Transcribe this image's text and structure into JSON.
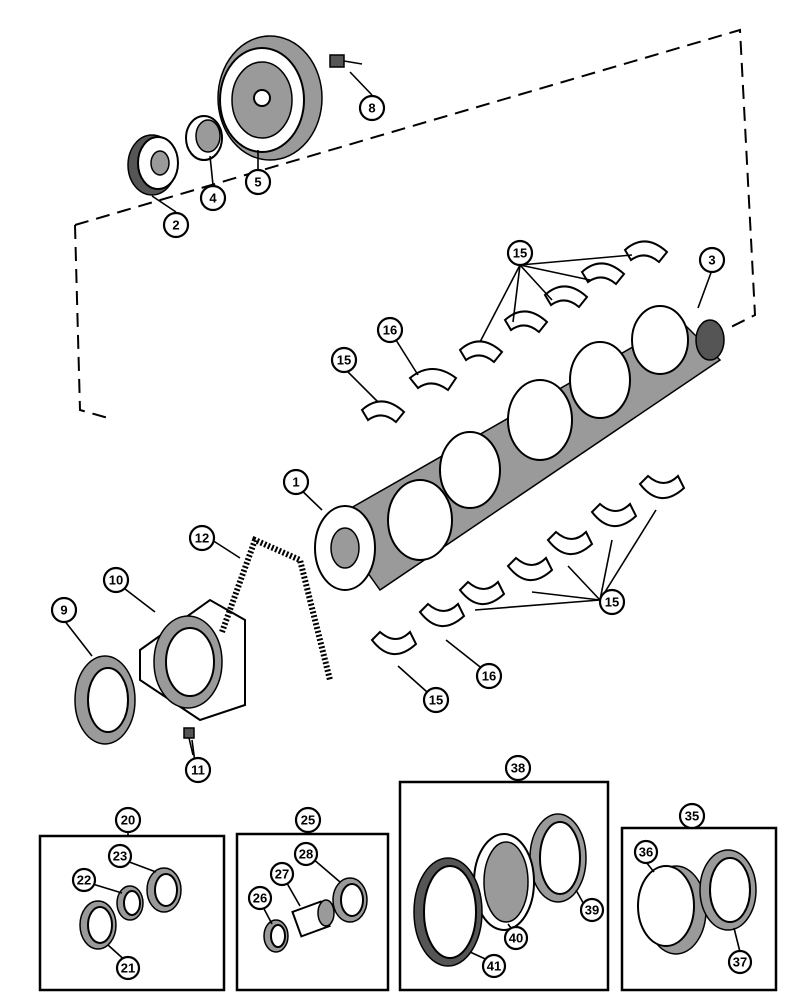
{
  "callouts": {
    "c1": "1",
    "c2": "2",
    "c3": "3",
    "c4": "4",
    "c5": "5",
    "c8": "8",
    "c9": "9",
    "c10": "10",
    "c11": "11",
    "c12": "12",
    "c15a": "15",
    "c15b": "15",
    "c15c": "15",
    "c15d": "15",
    "c16a": "16",
    "c16b": "16"
  },
  "kits": {
    "k20": {
      "title": "20",
      "items": {
        "a": "21",
        "b": "22",
        "c": "23"
      }
    },
    "k25": {
      "title": "25",
      "items": {
        "a": "26",
        "b": "27",
        "c": "28"
      }
    },
    "k38": {
      "title": "38",
      "items": {
        "a": "39",
        "b": "40",
        "c": "41"
      }
    },
    "k35": {
      "title": "35",
      "items": {
        "a": "36",
        "b": "37"
      }
    }
  }
}
